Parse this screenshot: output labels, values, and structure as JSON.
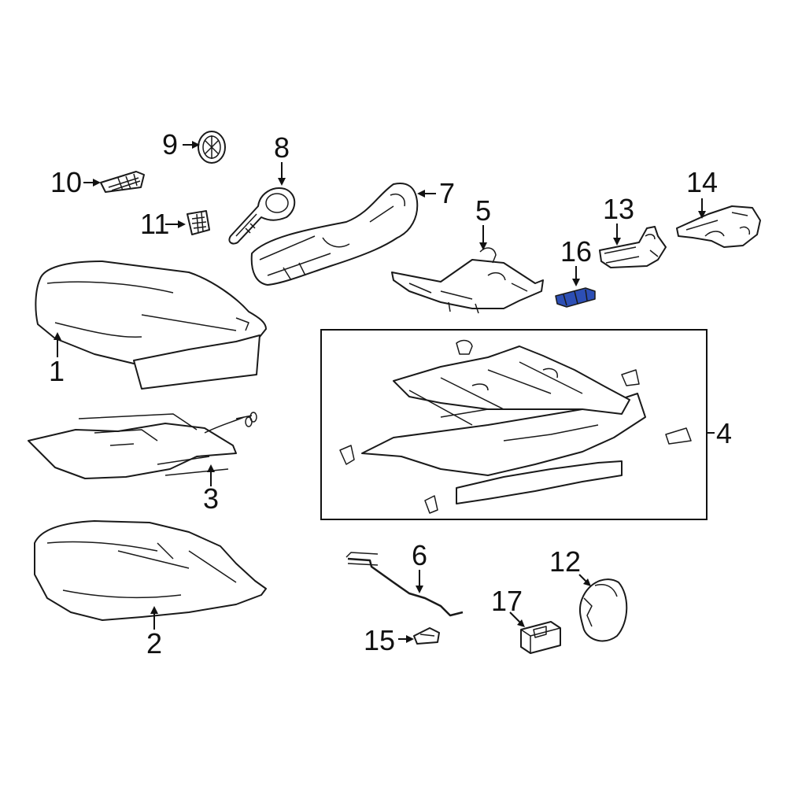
{
  "diagram": {
    "highlight_color": "#2d4fb5",
    "line_color": "#1a1a1a",
    "callouts": [
      {
        "id": "1",
        "label": "1"
      },
      {
        "id": "2",
        "label": "2"
      },
      {
        "id": "3",
        "label": "3"
      },
      {
        "id": "4",
        "label": "4"
      },
      {
        "id": "5",
        "label": "5"
      },
      {
        "id": "6",
        "label": "6"
      },
      {
        "id": "7",
        "label": "7"
      },
      {
        "id": "8",
        "label": "8"
      },
      {
        "id": "9",
        "label": "9"
      },
      {
        "id": "10",
        "label": "10"
      },
      {
        "id": "11",
        "label": "11"
      },
      {
        "id": "12",
        "label": "12"
      },
      {
        "id": "13",
        "label": "13"
      },
      {
        "id": "14",
        "label": "14"
      },
      {
        "id": "15",
        "label": "15"
      },
      {
        "id": "16",
        "label": "16"
      },
      {
        "id": "17",
        "label": "17"
      }
    ],
    "highlighted_part": "16"
  }
}
